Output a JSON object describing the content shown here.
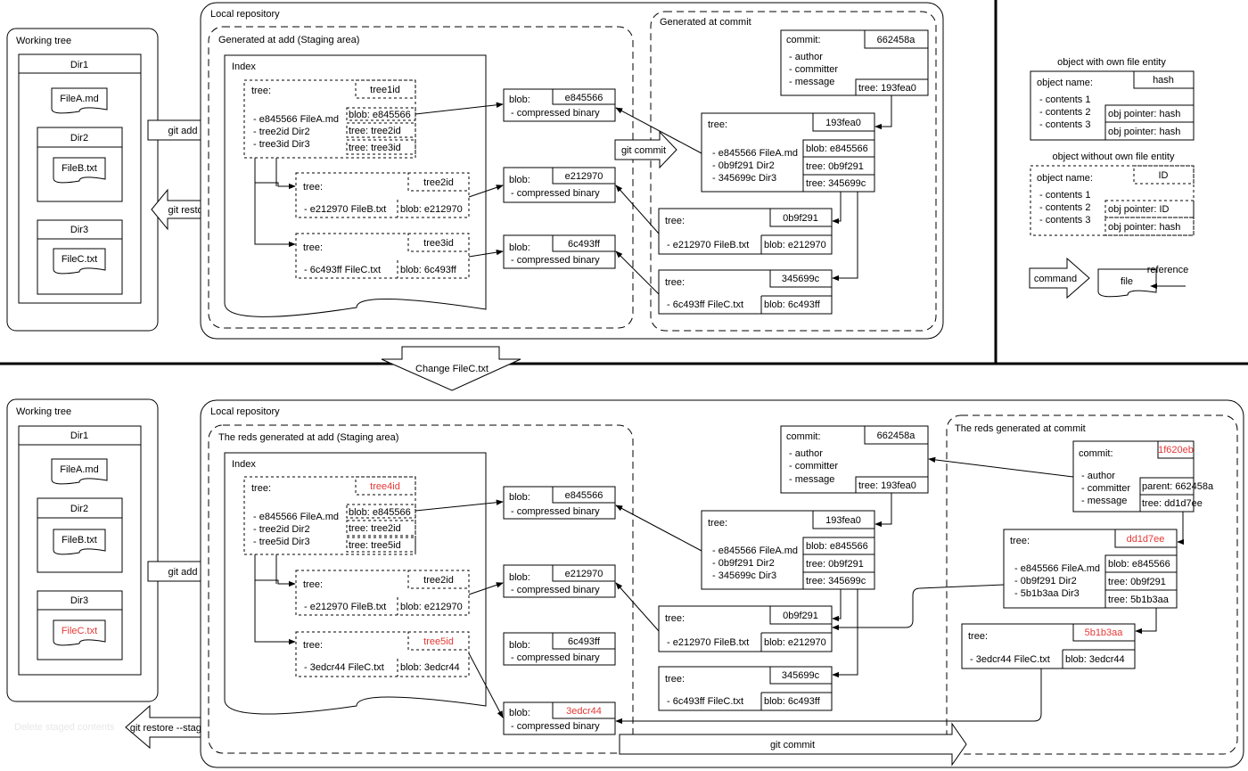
{
  "colors": {
    "line": "#000000",
    "highlight": "#e53935",
    "background": "#ffffff"
  },
  "top": {
    "working_tree": {
      "title": "Working tree",
      "dir1": "Dir1",
      "file_a": "FileA.md",
      "dir2": "Dir2",
      "file_b": "FileB.txt",
      "dir3": "Dir3",
      "file_c": "FileC.txt"
    },
    "cmd_add": "git add",
    "cmd_restore": "git restore",
    "local_repo": "Local repository",
    "staging_title": "Generated at add (Staging area)",
    "commit_area_title": "Generated at commit",
    "index_title": "Index",
    "idx_tree1": {
      "label": "tree:",
      "id": "tree1id",
      "r1": "- e845566 FileA.md",
      "r2": "- tree2id Dir2",
      "r3": "- tree3id Dir3",
      "p1": "blob: e845566",
      "p2": "tree: tree2id",
      "p3": "tree: tree3id"
    },
    "idx_tree2": {
      "label": "tree:",
      "id": "tree2id",
      "row": "- e212970  FileB.txt",
      "p1": "blob: e212970"
    },
    "idx_tree3": {
      "label": "tree:",
      "id": "tree3id",
      "row": "- 6c493ff  FileC.txt",
      "p1": "blob: 6c493ff"
    },
    "blob1": {
      "label": "blob:",
      "id": "e845566",
      "content": "- compressed binary"
    },
    "blob2": {
      "label": "blob:",
      "id": "e212970",
      "content": "- compressed binary"
    },
    "blob3": {
      "label": "blob:",
      "id": "6c493ff",
      "content": "- compressed binary"
    },
    "cmd_commit": "git commit",
    "commit": {
      "label": "commit:",
      "id": "662458a",
      "r1": "- author",
      "r2": "- committer",
      "r3": "- message",
      "p1": "tree: 193fea0"
    },
    "ctree_root": {
      "label": "tree:",
      "id": "193fea0",
      "r1": "- e845566 FileA.md",
      "r2": "- 0b9f291 Dir2",
      "r3": "- 345699c Dir3",
      "p1": "blob: e845566",
      "p2": "tree: 0b9f291",
      "p3": "tree: 345699c"
    },
    "ctree_dir2": {
      "label": "tree:",
      "id": "0b9f291",
      "row": "- e212970  FileB.txt",
      "p1": "blob: e212970"
    },
    "ctree_dir3": {
      "label": "tree:",
      "id": "345699c",
      "row": "- 6c493ff  FileC.txt",
      "p1": "blob: 6c493ff"
    }
  },
  "legend": {
    "own_title": "object with own file entity",
    "own_name": "object name:",
    "own_hash": "hash",
    "own_r1": "- contents 1",
    "own_r2": "- contents 2",
    "own_r3": "- contents 3",
    "own_p1": "obj pointer: hash",
    "own_p2": "obj pointer: hash",
    "noown_title": "object without own file entity",
    "noown_name": "object name:",
    "noown_id": "ID",
    "noown_r1": "- contents 1",
    "noown_r2": "- contents 2",
    "noown_r3": "- contents 3",
    "noown_p1": "obj pointer: ID",
    "noown_p2": "obj pointer: hash",
    "command": "command",
    "file": "file",
    "reference": "reference"
  },
  "change_label": "Change FileC.txt",
  "bottom": {
    "working_tree": {
      "title": "Working tree",
      "dir1": "Dir1",
      "file_a": "FileA.md",
      "dir2": "Dir2",
      "file_b": "FileB.txt",
      "dir3": "Dir3",
      "file_c": "FileC.txt"
    },
    "cmd_add": "git add",
    "faint_text": "Delete staged contents",
    "cmd_restore_staged": "git restore --staged",
    "local_repo": "Local repository",
    "staging_title": "The reds generated at add (Staging area)",
    "commit_area_title": "The reds generated at commit",
    "index_title": "Index",
    "idx_tree1": {
      "label": "tree:",
      "id": "tree4id",
      "r1": "- e845566 FileA.md",
      "r2": "- tree2id Dir2",
      "r3": "- tree5id Dir3",
      "p1": "blob: e845566",
      "p2": "tree: tree2id",
      "p3": "tree: tree5id"
    },
    "idx_tree2": {
      "label": "tree:",
      "id": "tree2id",
      "row": "- e212970  FileB.txt",
      "p1": "blob: e212970"
    },
    "idx_tree3": {
      "label": "tree:",
      "id": "tree5id",
      "row": "- 3edcr44  FileC.txt",
      "p1": "blob: 3edcr44"
    },
    "blob1": {
      "label": "blob:",
      "id": "e845566",
      "content": "- compressed binary"
    },
    "blob2": {
      "label": "blob:",
      "id": "e212970",
      "content": "- compressed binary"
    },
    "blob3": {
      "label": "blob:",
      "id": "6c493ff",
      "content": "- compressed binary"
    },
    "blob4": {
      "label": "blob:",
      "id": "3edcr44",
      "content": "- compressed binary"
    },
    "cmd_commit": "git commit",
    "commit": {
      "label": "commit:",
      "id": "662458a",
      "r1": "- author",
      "r2": "- committer",
      "r3": "- message",
      "p1": "tree: 193fea0"
    },
    "ctree_root": {
      "label": "tree:",
      "id": "193fea0",
      "r1": "- e845566 FileA.md",
      "r2": "- 0b9f291 Dir2",
      "r3": "- 345699c Dir3",
      "p1": "blob: e845566",
      "p2": "tree: 0b9f291",
      "p3": "tree: 345699c"
    },
    "ctree_dir2": {
      "label": "tree:",
      "id": "0b9f291",
      "row": "- e212970  FileB.txt",
      "p1": "blob: e212970"
    },
    "ctree_dir3": {
      "label": "tree:",
      "id": "345699c",
      "row": "- 6c493ff  FileC.txt",
      "p1": "blob: 6c493ff"
    },
    "new_commit": {
      "label": "commit:",
      "id": "1f620eb",
      "r1": "- author",
      "r2": "- committer",
      "r3": "- message",
      "p1": "parent: 662458a",
      "p2": "tree: dd1d7ee"
    },
    "new_tree_root": {
      "label": "tree:",
      "id": "dd1d7ee",
      "r1": "- e845566 FileA.md",
      "r2": "- 0b9f291 Dir2",
      "r3": "- 5b1b3aa Dir3",
      "p1": "blob: e845566",
      "p2": "tree: 0b9f291",
      "p3": "tree: 5b1b3aa"
    },
    "new_tree_dir3": {
      "label": "tree:",
      "id": "5b1b3aa",
      "row": "- 3edcr44  FileC.txt",
      "p1": "blob: 3edcr44"
    }
  }
}
